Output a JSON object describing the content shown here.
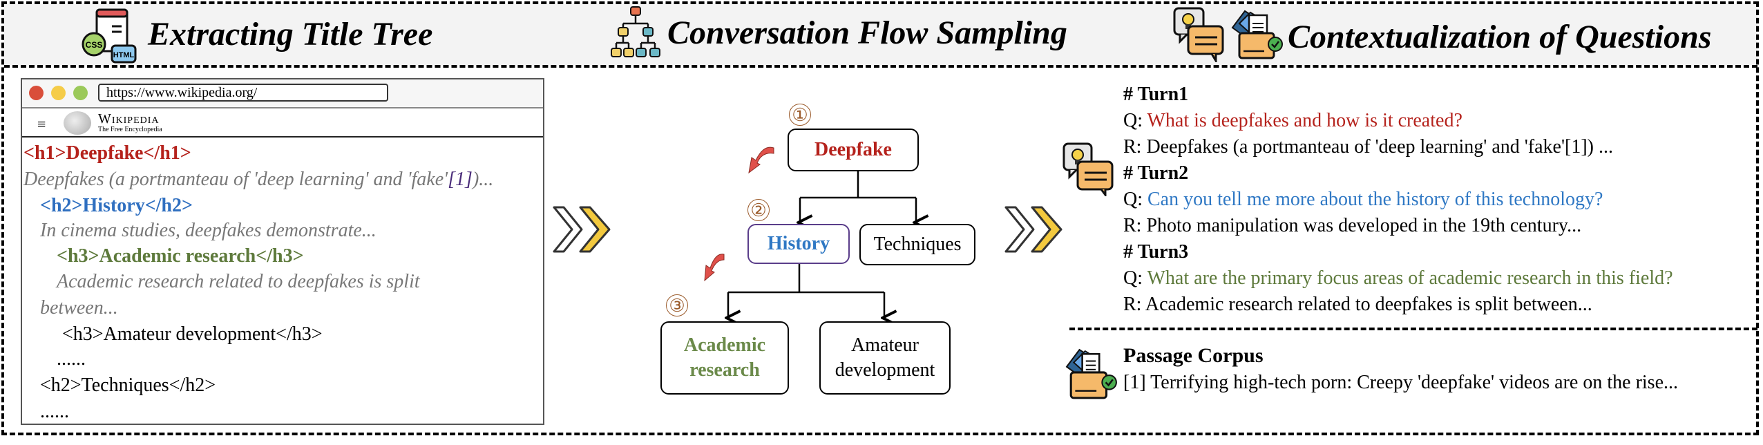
{
  "header": {
    "sections": [
      {
        "title": "Extracting Title Tree",
        "icon": "css-html-icon"
      },
      {
        "title": "Conversation Flow Sampling",
        "icon": "hierarchy-icon"
      },
      {
        "title": "Contextualization of Questions",
        "icon": "idea-chat-folder-icon"
      }
    ]
  },
  "browser": {
    "url": "https://www.wikipedia.org/",
    "site_name": "Wikipedia",
    "site_tagline": "The Free Encyclopedia",
    "menu_glyph": "≡",
    "lines": [
      {
        "text": "<h1>Deepfake</h1>",
        "style": "h1"
      },
      {
        "text": "Deepfakes (a portmanteau of 'deep learning' and 'fake'",
        "cite": "[1]",
        "tail": ")...",
        "style": "para"
      },
      {
        "text": "<h2>History</h2>",
        "style": "h2"
      },
      {
        "text": "In cinema studies, deepfakes demonstrate...",
        "style": "para"
      },
      {
        "text": "<h3>Academic research</h3>",
        "style": "h3"
      },
      {
        "text": "Academic research related to deepfakes is split",
        "style": "para"
      },
      {
        "text": "between...",
        "style": "para"
      },
      {
        "text": "<h3>Amateur development</h3>",
        "style": "plain"
      },
      {
        "text": "......",
        "style": "plain"
      },
      {
        "text": "<h2>Techniques</h2>",
        "style": "plain"
      },
      {
        "text": "......",
        "style": "plain"
      }
    ]
  },
  "tree": {
    "step_markers": [
      "①",
      "②",
      "③"
    ],
    "nodes": {
      "root": "Deepfake",
      "history": "History",
      "techniques": "Techniques",
      "academic": "Academic research",
      "amateur": "Amateur development"
    },
    "colors": {
      "root": "#b5221c",
      "history": "#2f78c4",
      "academic": "#6b8a4a",
      "history_border": "#5a3d8a",
      "step": "#9a5a2a",
      "sampling_arrow": "#e0504a"
    }
  },
  "turns": [
    {
      "label": "# Turn1",
      "q_prefix": "Q: ",
      "q": "What is deepfakes and how is it created?",
      "r": "R: Deepfakes (a portmanteau of 'deep learning' and 'fake'[1]) ...",
      "color": "red"
    },
    {
      "label": "# Turn2",
      "q_prefix": "Q: ",
      "q": "Can you tell me more about the history of this technology?",
      "r": "R: Photo manipulation was developed in the 19th century...",
      "color": "blue"
    },
    {
      "label": "# Turn3",
      "q_prefix": "Q: ",
      "q": "What are the primary focus areas of academic research in this field?",
      "r": "R: Academic research related to deepfakes is split between...",
      "color": "green"
    }
  ],
  "corpus": {
    "title": "Passage Corpus",
    "text": "[1] Terrifying high-tech porn: Creepy 'deepfake' videos are on the rise..."
  }
}
